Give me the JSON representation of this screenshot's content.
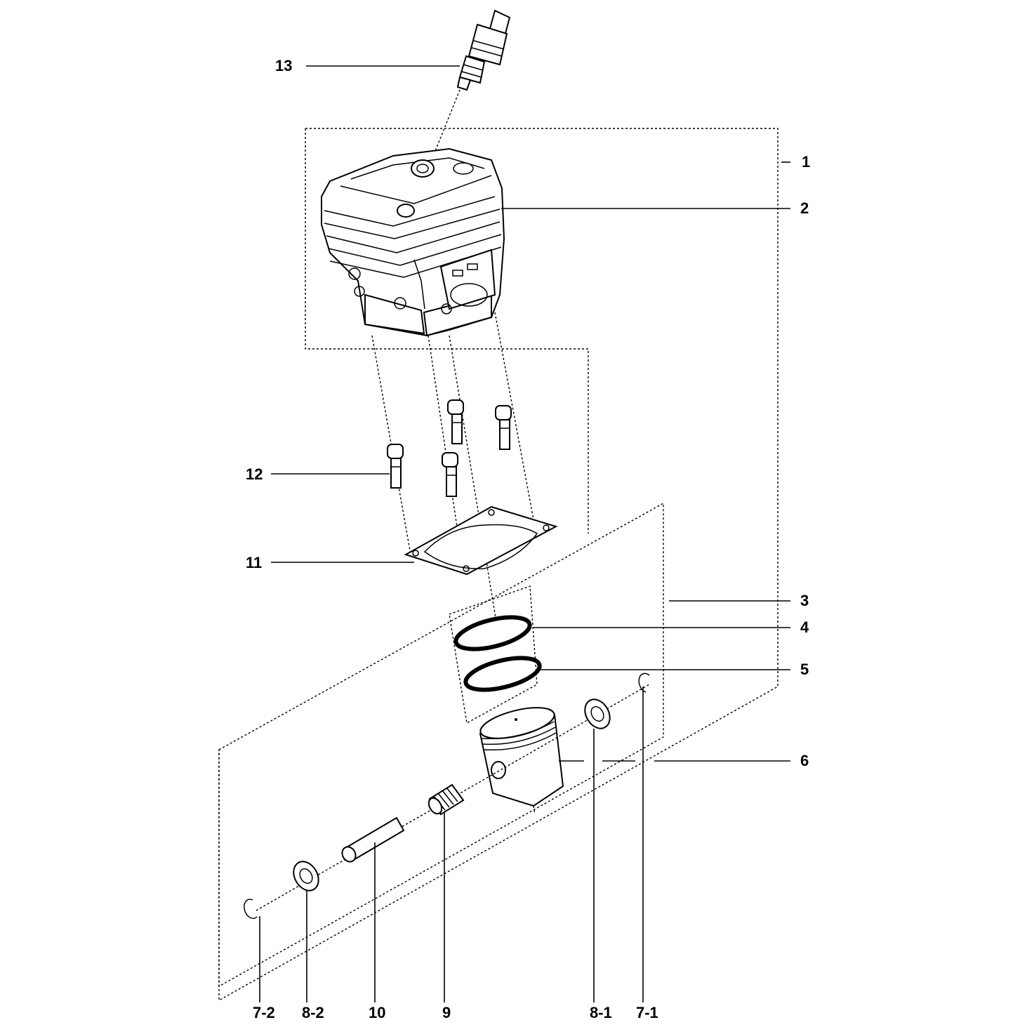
{
  "callouts": [
    {
      "id": "c13",
      "text": "13"
    },
    {
      "id": "c1",
      "text": "1"
    },
    {
      "id": "c2",
      "text": "2"
    },
    {
      "id": "c12",
      "text": "12"
    },
    {
      "id": "c11",
      "text": "11"
    },
    {
      "id": "c3",
      "text": "3"
    },
    {
      "id": "c4",
      "text": "4"
    },
    {
      "id": "c5",
      "text": "5"
    },
    {
      "id": "c6",
      "text": "6"
    },
    {
      "id": "c7_2",
      "text": "7-2"
    },
    {
      "id": "c8_2",
      "text": "8-2"
    },
    {
      "id": "c10",
      "text": "10"
    },
    {
      "id": "c9",
      "text": "9"
    },
    {
      "id": "c8_1",
      "text": "8-1"
    },
    {
      "id": "c7_1",
      "text": "7-1"
    }
  ]
}
